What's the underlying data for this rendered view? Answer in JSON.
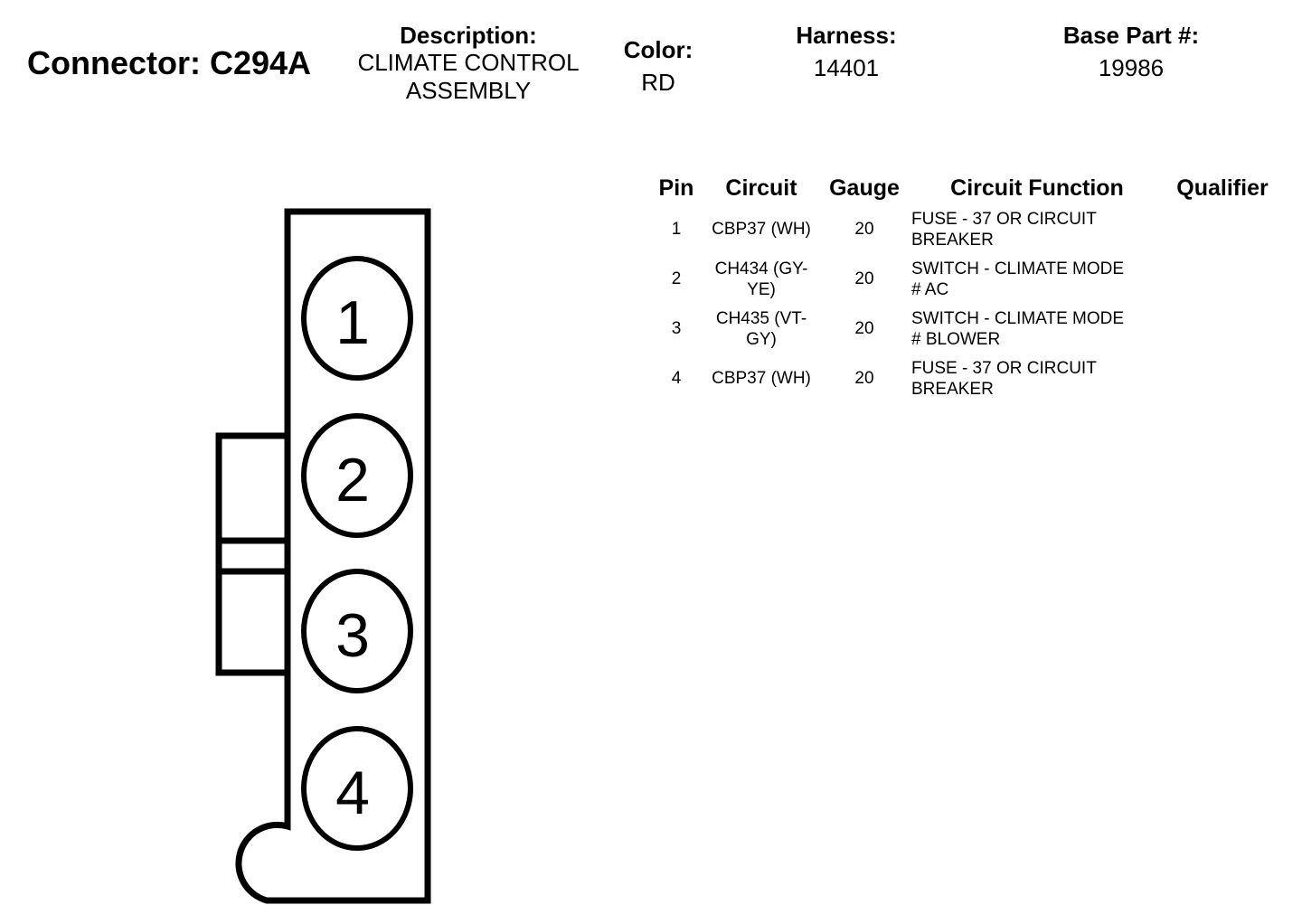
{
  "connector": {
    "title": "Connector: C294A"
  },
  "description": {
    "label": "Description:",
    "line1": "CLIMATE CONTROL",
    "line2": "ASSEMBLY"
  },
  "color": {
    "label": "Color:",
    "value": "RD"
  },
  "harness": {
    "label": "Harness:",
    "value": "14401"
  },
  "base_part": {
    "label": "Base Part #:",
    "value": "19986"
  },
  "diagram": {
    "pins": [
      "1",
      "2",
      "3",
      "4"
    ]
  },
  "table": {
    "headers": {
      "pin": "Pin",
      "circuit": "Circuit",
      "gauge": "Gauge",
      "function": "Circuit Function",
      "qualifier": "Qualifier"
    },
    "rows": [
      {
        "pin": "1",
        "circuit_line1": "CBP37 (WH)",
        "circuit_line2": "",
        "gauge": "20",
        "function_line1": "FUSE - 37 OR CIRCUIT",
        "function_line2": "BREAKER",
        "qualifier": ""
      },
      {
        "pin": "2",
        "circuit_line1": "CH434 (GY-",
        "circuit_line2": "YE)",
        "gauge": "20",
        "function_line1": "SWITCH - CLIMATE MODE",
        "function_line2": "# AC",
        "qualifier": ""
      },
      {
        "pin": "3",
        "circuit_line1": "CH435 (VT-",
        "circuit_line2": "GY)",
        "gauge": "20",
        "function_line1": "SWITCH - CLIMATE MODE",
        "function_line2": "# BLOWER",
        "qualifier": ""
      },
      {
        "pin": "4",
        "circuit_line1": "CBP37 (WH)",
        "circuit_line2": "",
        "gauge": "20",
        "function_line1": "FUSE - 37 OR CIRCUIT",
        "function_line2": "BREAKER",
        "qualifier": ""
      }
    ]
  }
}
